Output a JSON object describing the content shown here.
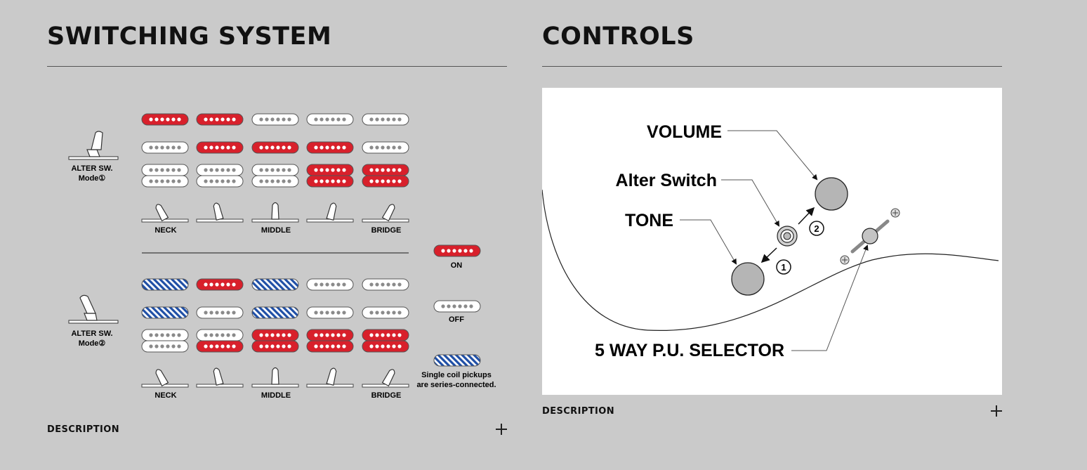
{
  "switching": {
    "title": "SWITCHING SYSTEM",
    "description_label": "DESCRIPTION",
    "mode1_label": [
      "ALTER SW.",
      "Mode①"
    ],
    "mode2_label": [
      "ALTER SW.",
      "Mode②"
    ],
    "position_labels": [
      "NECK",
      "",
      "MIDDLE",
      "",
      "BRIDGE"
    ],
    "legend": {
      "on": "ON",
      "off": "OFF",
      "series_line1": "Single coil pickups",
      "series_line2": "are series-connected."
    },
    "mode1_grid": [
      [
        "on",
        "on",
        "off",
        "off",
        "off"
      ],
      [
        "off",
        "on",
        "on",
        "on",
        "off"
      ],
      [
        "off",
        "off",
        "off",
        "on",
        "on"
      ],
      [
        "off",
        "off",
        "off",
        "on",
        "on"
      ]
    ],
    "mode2_grid": [
      [
        "series",
        "on",
        "series",
        "off",
        "off"
      ],
      [
        "series",
        "off",
        "series",
        "off",
        "off"
      ],
      [
        "off",
        "off",
        "on",
        "on",
        "on"
      ],
      [
        "off",
        "on",
        "on",
        "on",
        "on"
      ]
    ]
  },
  "controls": {
    "title": "CONTROLS",
    "description_label": "DESCRIPTION",
    "labels": {
      "volume": "VOLUME",
      "alter_switch": "Alter Switch",
      "tone": "TONE",
      "selector": "5 WAY P.U. SELECTOR",
      "num1": "1",
      "num2": "2"
    }
  },
  "colors": {
    "background": "#cacaca",
    "pickup_on": "#d8202b",
    "pickup_series": "#1f4fa6",
    "pickup_off": "#ffffff"
  }
}
